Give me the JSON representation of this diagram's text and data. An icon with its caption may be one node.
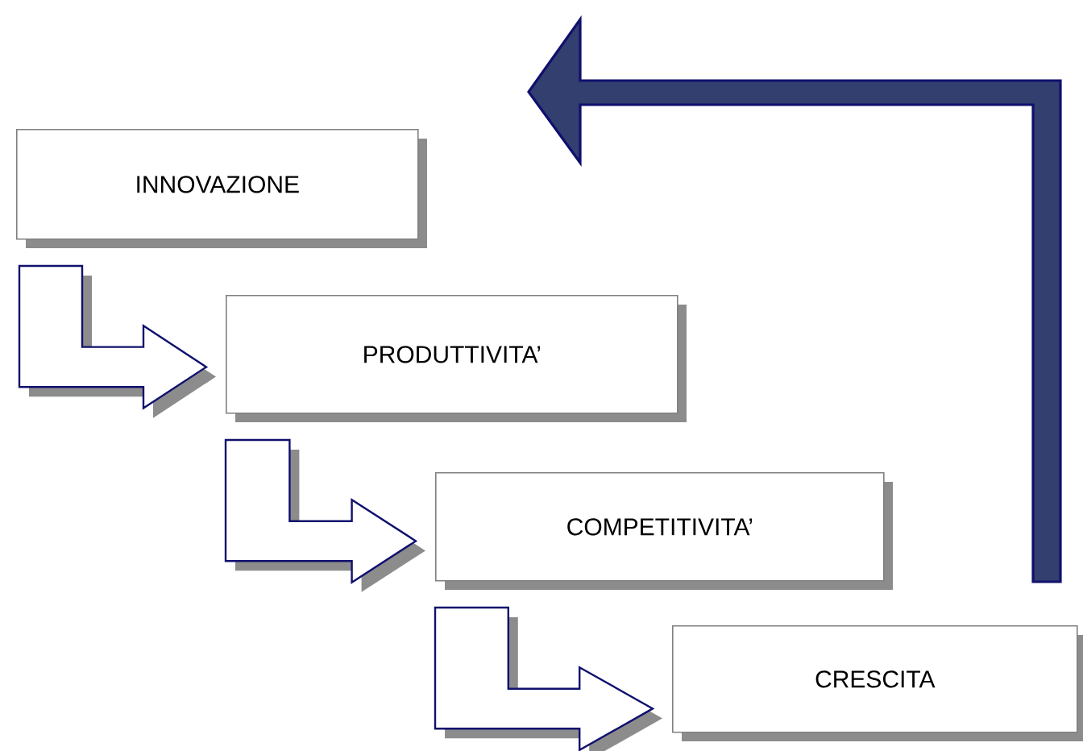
{
  "diagram": {
    "nodes": [
      {
        "text": [
          "INNOVAZIONE"
        ]
      },
      {
        "text": [
          "PRODUTTIVITA’"
        ]
      },
      {
        "text": [
          "COMPETITIVITA’"
        ]
      },
      {
        "text": [
          "CRESCITA"
        ]
      }
    ],
    "edges": [
      {
        "from": 0,
        "to": 1,
        "arrow": "to"
      },
      {
        "from": 1,
        "to": 2,
        "arrow": "to"
      },
      {
        "from": 2,
        "to": 3,
        "arrow": "to"
      },
      {
        "from": 3,
        "to": 0,
        "arrow": "to",
        "style": "thick",
        "color": "#333f6e"
      }
    ]
  }
}
